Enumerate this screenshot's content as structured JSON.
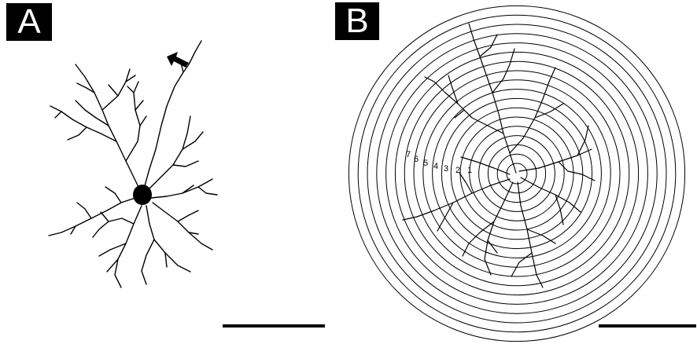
{
  "panels": [
    {
      "id": "a",
      "label": "A"
    },
    {
      "id": "b",
      "label": "B"
    }
  ],
  "ring_numbers": [
    "7",
    "6",
    "5",
    "4",
    "3",
    "2",
    "1"
  ],
  "sholl_ring_count": 18,
  "colors": {
    "ink": "#000000",
    "background": "#ffffff"
  }
}
